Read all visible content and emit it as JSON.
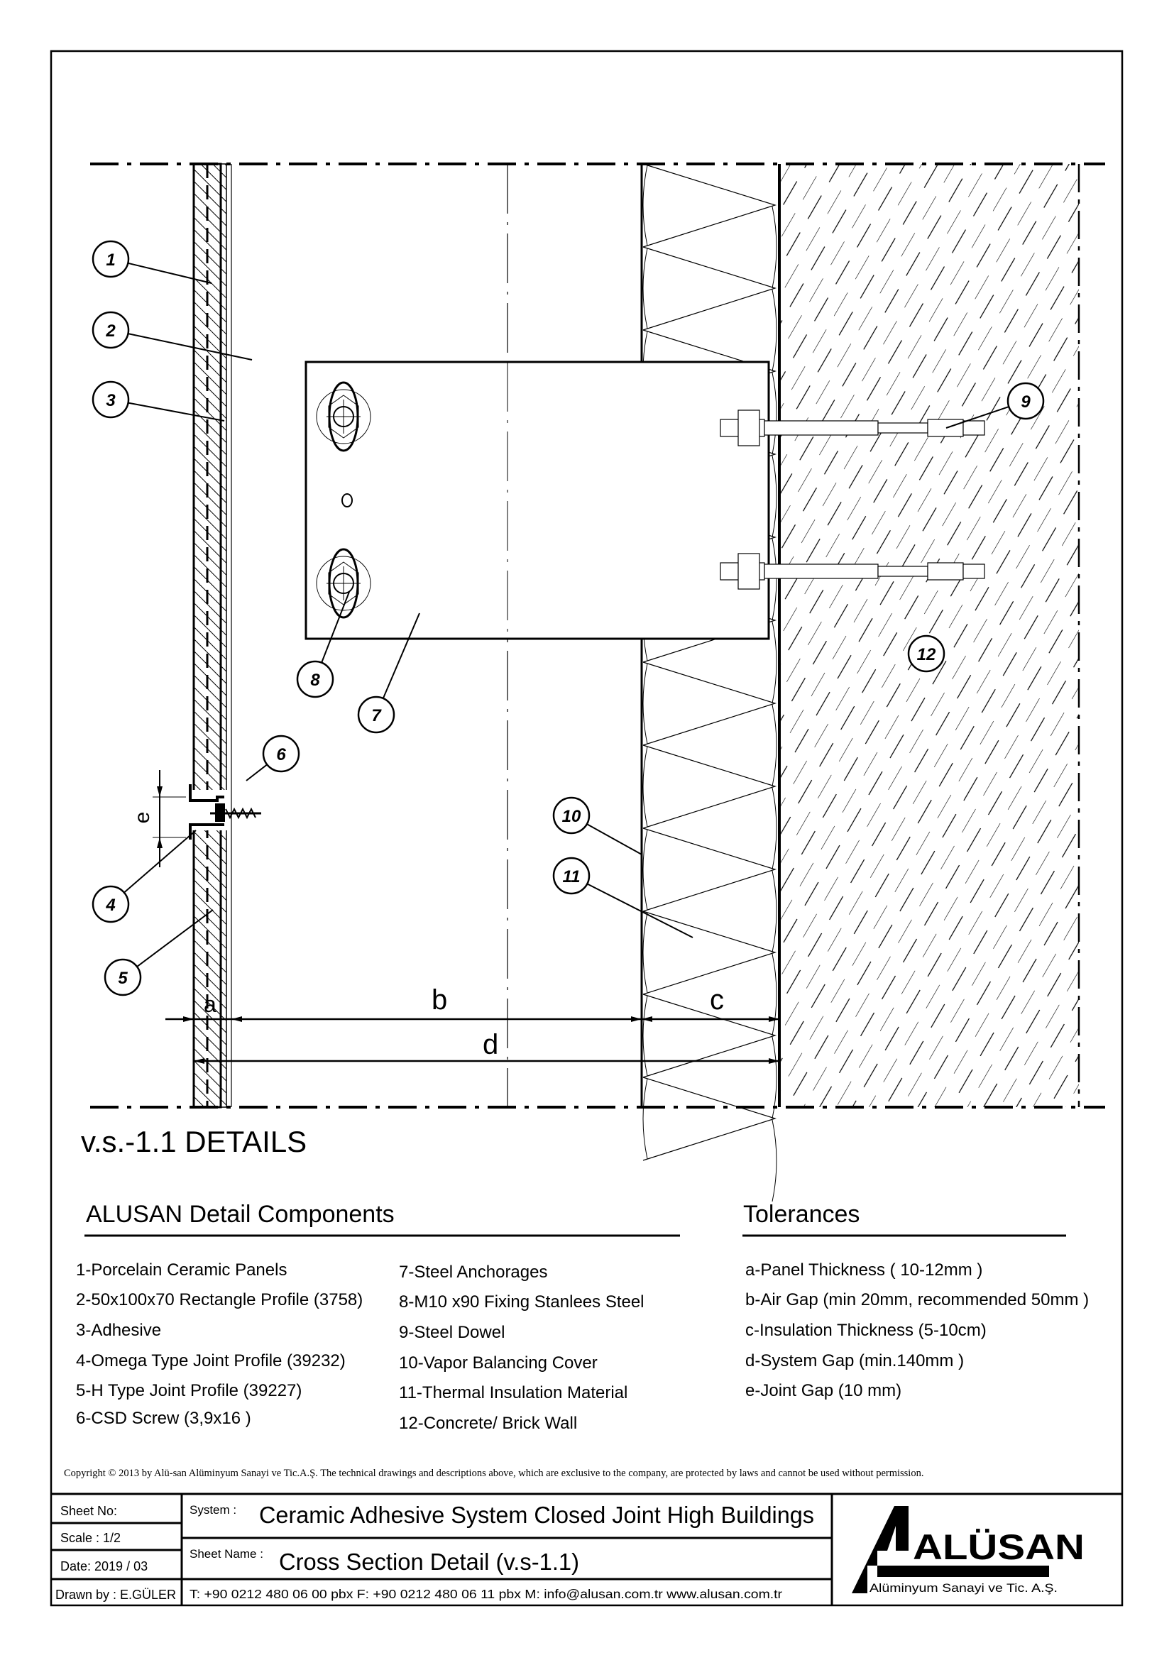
{
  "drawing": {
    "title": "v.s.-1.1 DETAILS",
    "callouts": [
      "1",
      "2",
      "3",
      "4",
      "5",
      "6",
      "7",
      "8",
      "9",
      "10",
      "11",
      "12"
    ],
    "dimensions": {
      "a": "a",
      "b": "b",
      "c": "c",
      "d": "d",
      "e": "e"
    }
  },
  "components": {
    "heading": "ALUSAN  Detail Components",
    "col1": [
      "1-Porcelain Ceramic Panels",
      "2-50x100x70 Rectangle Profile  (3758)",
      "3-Adhesive",
      "4-Omega Type Joint Profile   (39232)",
      "5-H Type Joint Profile (39227)",
      "6-CSD Screw (3,9x16 )"
    ],
    "col2": [
      "7-Steel Anchorages",
      "8-M10 x90 Fixing Stanlees Steel",
      "9-Steel Dowel",
      "10-Vapor Balancing Cover",
      "11-Thermal Insulation Material",
      "12-Concrete/ Brick Wall"
    ]
  },
  "tolerances": {
    "heading": "Tolerances",
    "items": [
      "a-Panel Thickness ( 10-12mm )",
      "b-Air Gap (min 20mm, recommended 50mm )",
      "c-Insulation Thickness  (5-10cm)",
      "d-System Gap (min.140mm )",
      "e-Joint Gap (10 mm)"
    ]
  },
  "copyright": "Copyright © 2013 by Alü-san Alüminyum Sanayi ve Tic.A.Ş. The technical drawings and descriptions above, which are exclusive to the company, are protected by laws and cannot be used without permission.",
  "title_block": {
    "sheet_no_label": "Sheet No:",
    "scale": "Scale : 1/2",
    "date": "Date: 2019 / 03",
    "drawn_by": "Drawn by : E.GÜLER",
    "system_label": "System :",
    "system_value": "Ceramic Adhesive System Closed Joint High Buildings",
    "sheet_name_label": "Sheet Name :",
    "sheet_name_value": "Cross Section Detail (v.s-1.1)",
    "contact": "T: +90 0212 480 06 00 pbx   F: +90 0212 480 06 11 pbx    M: info@alusan.com.tr    www.alusan.com.tr",
    "logo_text": "ALÜSAN",
    "logo_subtitle": "Alüminyum Sanayi ve Tic. A.Ş."
  }
}
